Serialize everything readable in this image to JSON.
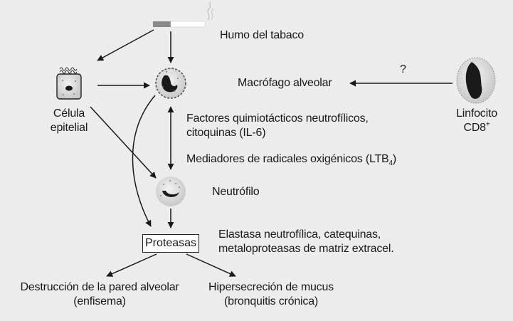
{
  "labels": {
    "smoke": "Humo del tabaco",
    "macrophage": "Macrófago alveolar",
    "question": "?",
    "lymphocyte_line1": "Linfocito",
    "lymphocyte_line2": "CD8",
    "lymphocyte_sup": "+",
    "epithelial_line1": "Célula",
    "epithelial_line2": "epitelial",
    "factors_line1": "Factores quimiotácticos neutrofílicos,",
    "factors_line2": "citoquinas (IL-6)",
    "mediators_main": "Mediadores de radicales oxigénicos (LTB",
    "mediators_sub": "4",
    "mediators_close": ")",
    "neutrophil": "Neutrófilo",
    "proteases": "Proteasas",
    "enzymes_line1": "Elastasa neutrofílica, catequinas,",
    "enzymes_line2": "metaloproteasas de matriz extracel.",
    "outcome1_line1": "Destrucción de la pared alveolar",
    "outcome1_line2": "(enfisema)",
    "outcome2_line1": "Hipersecreción de mucus",
    "outcome2_line2": "(bronquitis crónica)"
  },
  "colors": {
    "background": "#ececec",
    "stroke": "#1a1a1a",
    "cell_fill": "#d9d9d9",
    "nucleus": "#1a1a1a",
    "cigarette_band": "#888888"
  }
}
